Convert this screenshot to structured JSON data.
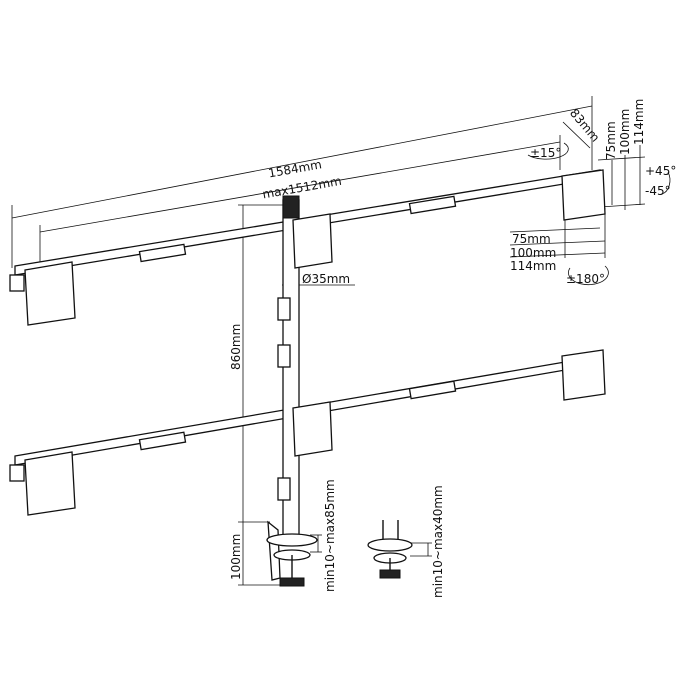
{
  "labels": {
    "total_width": "1584mm",
    "max_width": "max1512mm",
    "arm_depth": "83mm",
    "swivel": "±15°",
    "vesa_v75": "75mm",
    "vesa_v100": "100mm",
    "vesa_v114": "114mm",
    "tilt_up": "+45°",
    "tilt_down": "-45°",
    "vesa_h75": "75mm",
    "vesa_h100": "100mm",
    "vesa_h114": "114mm",
    "rotation": "±180°",
    "pole_diameter": "Ø35mm",
    "pole_height": "860mm",
    "clamp_height": "100mm",
    "clamp_range": "min10~max85mm",
    "grommet_range": "min10~max40mm"
  },
  "colors": {
    "line": "#111111",
    "background": "#ffffff"
  }
}
